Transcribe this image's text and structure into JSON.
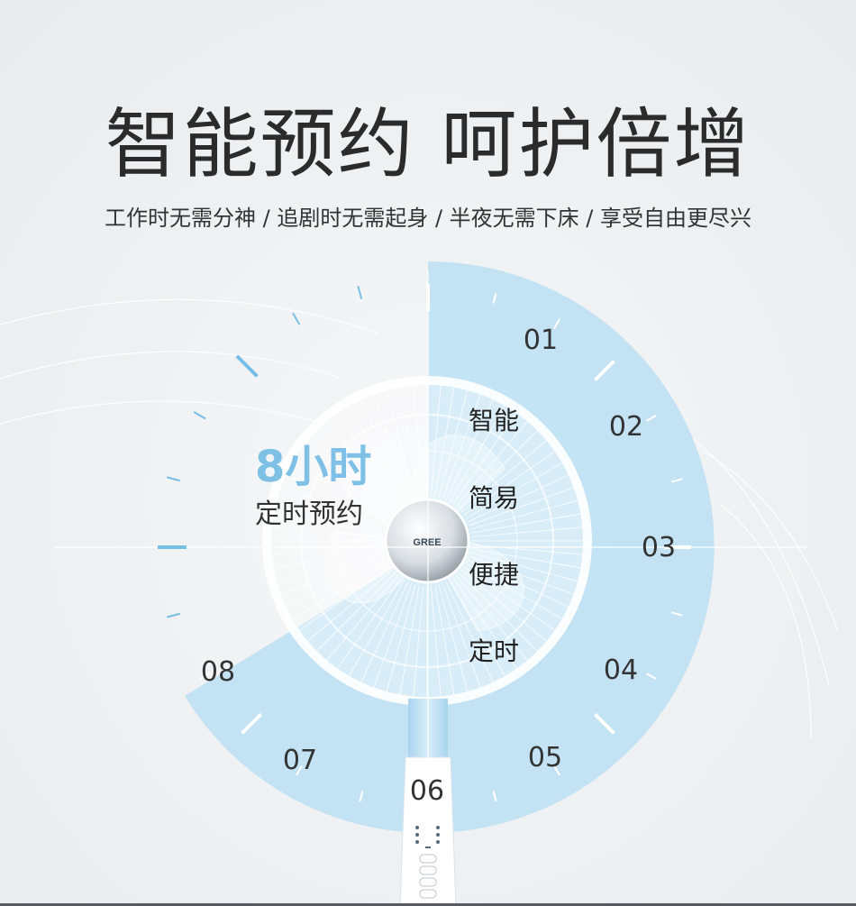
{
  "headline": "智能预约 呵护倍增",
  "subline": "工作时无需分神 / 追剧时无需起身 / 半夜无需下床 / 享受自由更尽兴",
  "timer": {
    "hours": "8小时",
    "label": "定时预约"
  },
  "features": [
    "智能",
    "简易",
    "便捷",
    "定时"
  ],
  "dial_numbers": [
    "01",
    "02",
    "03",
    "04",
    "05",
    "06",
    "07",
    "08"
  ],
  "brand_logo_text": "GREE",
  "colors": {
    "dial_fill": "#bfe2f4",
    "accent_blue": "#7ec0e6",
    "tick_blue": "#78bfe6",
    "text_dark": "#2b2b2b"
  }
}
